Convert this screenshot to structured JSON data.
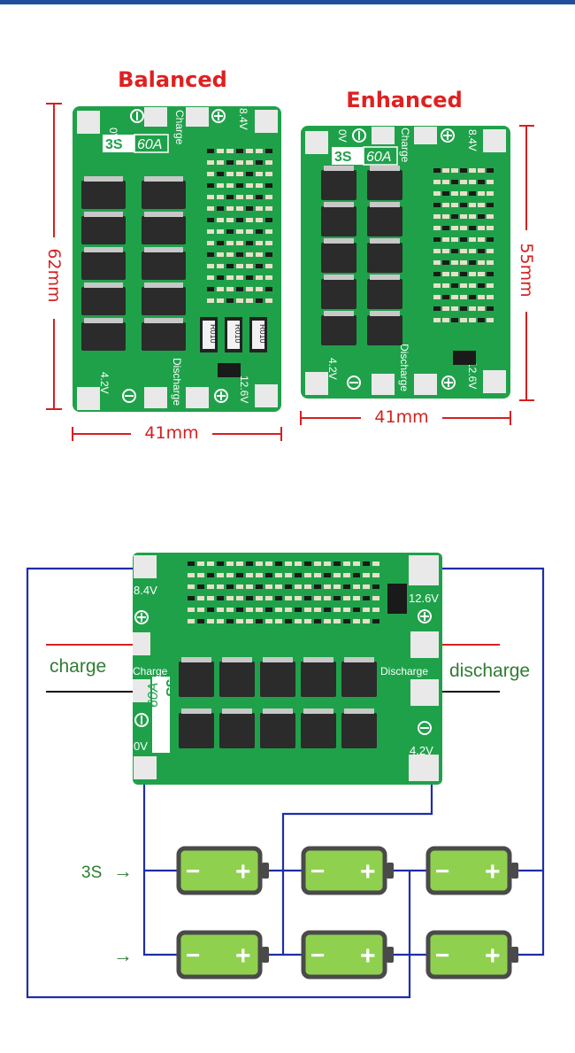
{
  "colors": {
    "accent_red": "#d62020",
    "pcb_green": "#1fa14a",
    "wire_blue": "#1f2ea8",
    "label_green": "#2e7d32",
    "battery_green": "#8fd14f"
  },
  "top_section": {
    "boards": [
      {
        "title": "Balanced",
        "width_label": "41mm",
        "height_label": "62mm",
        "module_label": "3S",
        "current_label": "60A",
        "pads": [
          "0V",
          "Charge",
          "8.4V",
          "4.2V",
          "Discharge",
          "12.6V"
        ],
        "resistor_codes": [
          "R010",
          "R010",
          "R010"
        ]
      },
      {
        "title": "Enhanced",
        "width_label": "41mm",
        "height_label": "55mm",
        "module_label": "3S",
        "current_label": "60A",
        "pads": [
          "0V",
          "Charge",
          "8.4V",
          "4.2V",
          "Discharge",
          "12.6V"
        ]
      }
    ]
  },
  "wiring_section": {
    "board": {
      "pads": [
        "8.4V",
        "Charge",
        "0V",
        "12.6V",
        "Discharge",
        "4.2V"
      ],
      "module_label": "3S",
      "current_label": "60A"
    },
    "charge_label": "charge",
    "discharge_label": "discharge",
    "string_label": "3S",
    "arrow": "→",
    "battery_minus": "−",
    "battery_plus": "+"
  }
}
